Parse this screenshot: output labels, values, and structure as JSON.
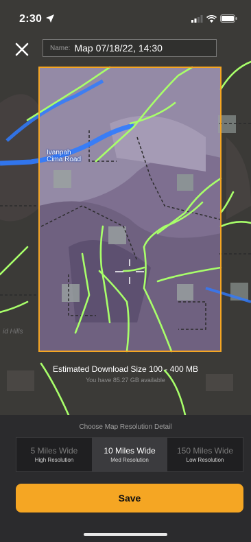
{
  "status": {
    "time": "2:30",
    "location_icon": "location-arrow-icon",
    "signal_icon": "signal-icon",
    "wifi_icon": "wifi-icon",
    "battery_icon": "battery-icon"
  },
  "header": {
    "close_icon": "close-icon",
    "name_label": "Name:",
    "name_value": "Map 07/18/22, 14:30"
  },
  "map": {
    "road_label_line1": "Ivanpah",
    "road_label_line2": "Cima Road",
    "hills_label": "id Hills",
    "frame_color": "#f5a623"
  },
  "download": {
    "estimate": "Estimated Download Size 100 - 400 MB",
    "available": "You have 85.27 GB available"
  },
  "resolution": {
    "title": "Choose Map Resolution Detail",
    "options": [
      {
        "label": "5 Miles Wide",
        "sub": "High Resolution",
        "selected": false
      },
      {
        "label": "10 Miles Wide",
        "sub": "Med Resolution",
        "selected": true
      },
      {
        "label": "150 Miles Wide",
        "sub": "Low Resolution",
        "selected": false
      }
    ]
  },
  "save_label": "Save",
  "colors": {
    "accent": "#f5a623",
    "trail": "#a8ff6a",
    "road": "#2f7bff"
  }
}
